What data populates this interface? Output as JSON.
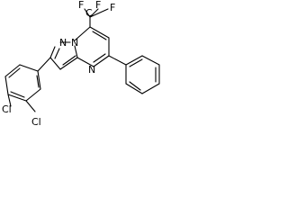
{
  "molecule": {
    "atoms": {
      "f1": "F",
      "f2": "F",
      "f3": "F",
      "c_cf3": "C",
      "n_ring1": "N",
      "n_ring2": "N",
      "n_ring3": "N",
      "cl1": "Cl",
      "cl2": "Cl"
    }
  }
}
